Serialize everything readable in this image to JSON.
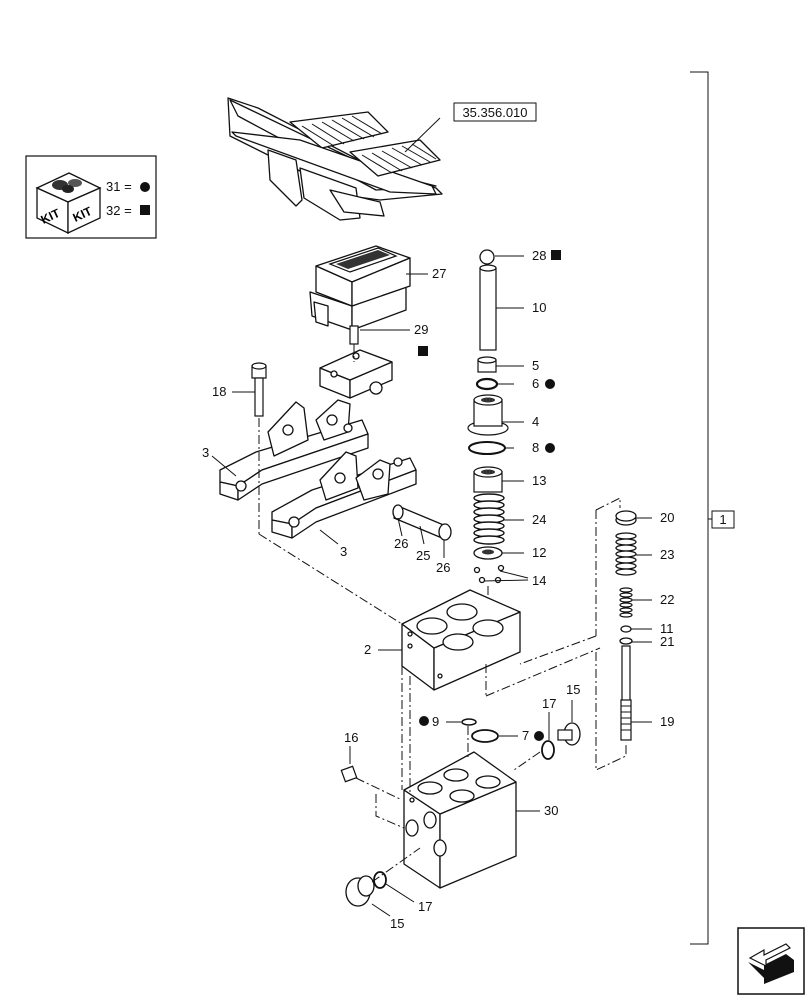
{
  "ref_box": "35.356.010",
  "group_box": "1",
  "kit_box": {
    "icon_text_left": "KIT",
    "icon_text_right": "KIT",
    "line1": "31 =",
    "line2": "32 ="
  },
  "labels": {
    "l28": "28",
    "l27": "27",
    "l10": "10",
    "l29": "29",
    "l5": "5",
    "l6": "6",
    "l18": "18",
    "l4": "4",
    "l8": "8",
    "l3a": "3",
    "l13": "13",
    "l24": "24",
    "l20": "20",
    "l23": "23",
    "l3b": "3",
    "l26a": "26",
    "l25": "25",
    "l26b": "26",
    "l12": "12",
    "l14": "14",
    "l22": "22",
    "l2": "2",
    "l11": "11",
    "l21": "21",
    "l15a": "15",
    "l17a": "17",
    "l9": "9",
    "l7": "7",
    "l19": "19",
    "l16": "16",
    "l30": "30",
    "l17b": "17",
    "l15b": "15"
  },
  "colors": {
    "ink": "#111111",
    "paper": "#ffffff"
  }
}
